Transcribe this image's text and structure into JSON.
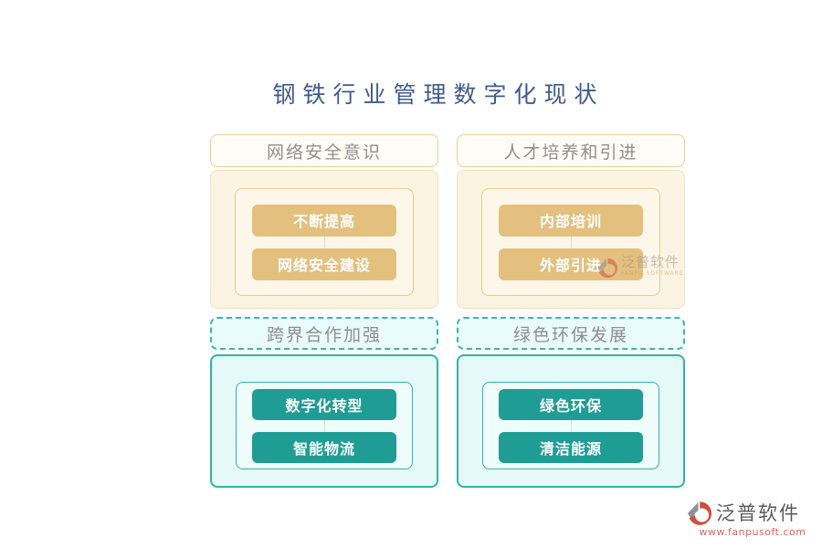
{
  "title": "钢铁行业管理数字化现状",
  "columns": [
    {
      "top_section": {
        "header": "网络安全意识",
        "items": [
          "不断提高",
          "网络安全建设"
        ]
      },
      "bottom_section": {
        "header": "跨界合作加强",
        "items": [
          "数字化转型",
          "智能物流"
        ]
      }
    },
    {
      "top_section": {
        "header": "人才培养和引进",
        "items": [
          "内部培训",
          "外部引进"
        ]
      },
      "bottom_section": {
        "header": "绿色环保发展",
        "items": [
          "绿色环保",
          "清洁能源"
        ]
      }
    }
  ],
  "watermarks": {
    "inline": {
      "brand": "泛普软件",
      "subtitle": "FANPU SOFTWARE"
    },
    "footer": {
      "brand": "泛普软件",
      "url": "www.fanpusoft.com"
    }
  },
  "colors": {
    "title_text": "#3e5c8c",
    "section_header_text": "#8f8f8f",
    "tan_node": "#e4c07f",
    "tan_border": "#e9cf9e",
    "tan_panel_bg": "#fcf4e2",
    "teal_node": "#1f9d95",
    "teal_border": "#2fb2aa",
    "teal_panel_bg": "#e5faf8",
    "watermark_url": "#cf6a5c"
  }
}
